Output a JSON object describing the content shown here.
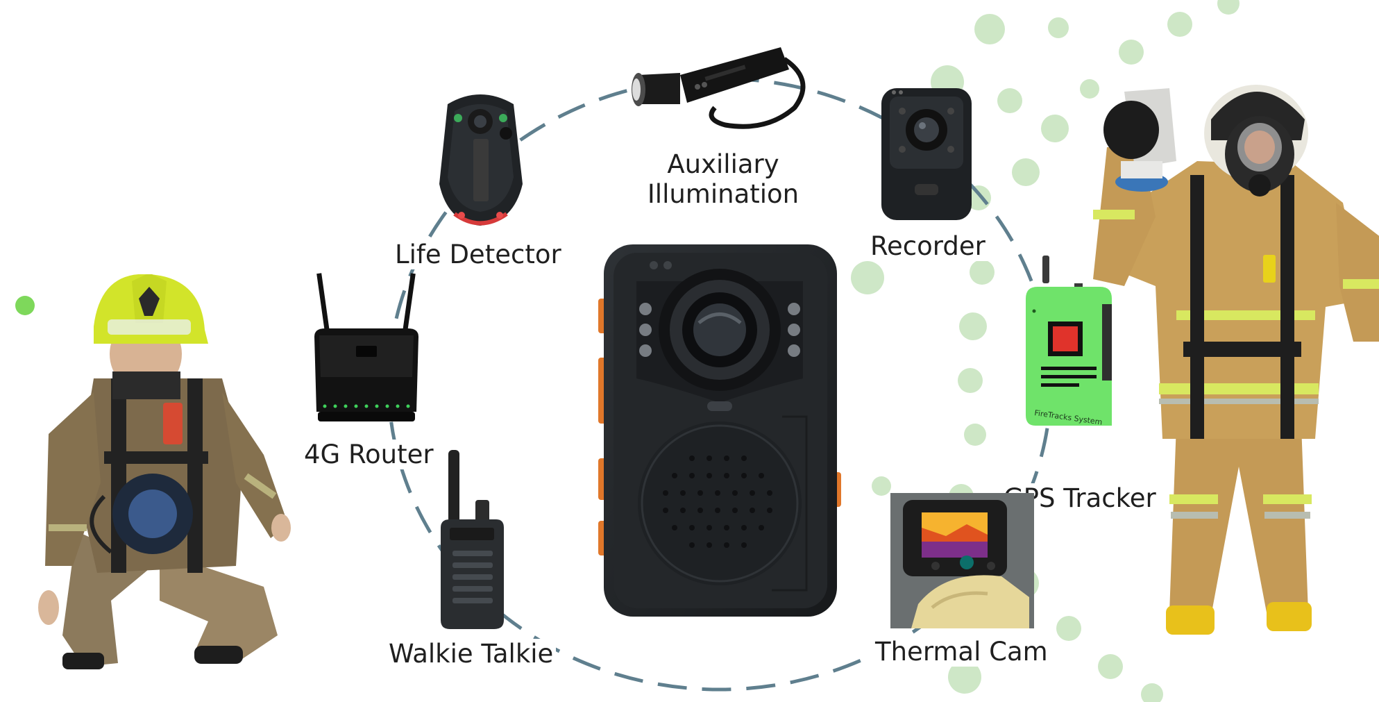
{
  "colors": {
    "ring": "#5f7f8e",
    "dots": "#b9dcaf",
    "device_body": "#202326",
    "gps_green": "#6fe36a",
    "turnout_gear": "#c49a56",
    "reflective": "#d8e860"
  },
  "labels": {
    "auxiliary_illumination": [
      "Auxiliary",
      "Illumination"
    ],
    "recorder": "Recorder",
    "life_detector": "Life Detector",
    "router": "4G Router",
    "gps_tracker": "GPS Tracker",
    "walkie_talkie": "Walkie Talkie",
    "thermal_cam": "Thermal Cam"
  },
  "devices": {
    "gps_tracker_brand": "FireTracks System"
  },
  "icons": {
    "flashlight": "flashlight-icon",
    "recorder": "body-camera-icon",
    "life_detector": "life-detector-icon",
    "router": "router-icon",
    "gps": "gps-tracker-icon",
    "walkie": "walkie-talkie-icon",
    "thermal": "thermal-camera-icon",
    "center": "body-worn-camera-icon"
  }
}
